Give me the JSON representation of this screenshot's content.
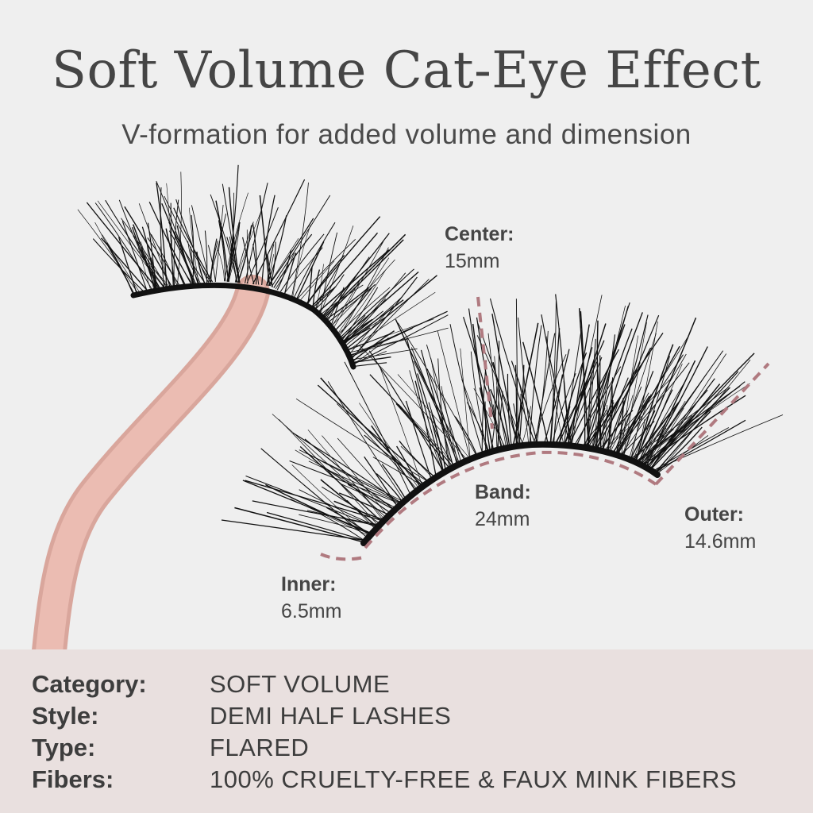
{
  "title": "Soft Volume Cat-Eye Effect",
  "subtitle": "V-formation for added volume and dimension",
  "measurements": {
    "center": {
      "label": "Center:",
      "value": "15mm"
    },
    "band": {
      "label": "Band:",
      "value": "24mm"
    },
    "outer": {
      "label": "Outer:",
      "value": "14.6mm"
    },
    "inner": {
      "label": "Inner:",
      "value": "6.5mm"
    }
  },
  "specs": [
    {
      "key": "Category:",
      "value": "SOFT VOLUME"
    },
    {
      "key": "Style:",
      "value": "DEMI HALF LASHES"
    },
    {
      "key": "Type:",
      "value": "FLARED"
    },
    {
      "key": "Fibers:",
      "value": "100% CRUELTY-FREE & FAUX MINK FIBERS"
    }
  ],
  "colors": {
    "background": "#efefef",
    "spec_panel": "#e9e0df",
    "tweezer": "#e8b6ac",
    "dashed_guide": "#b07a80",
    "lash": "#111111"
  }
}
